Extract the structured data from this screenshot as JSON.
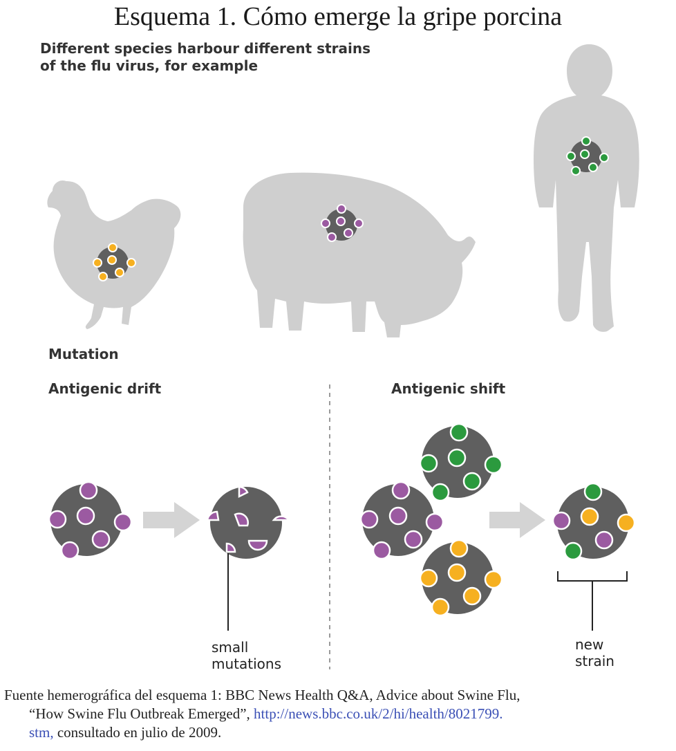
{
  "title": "Esquema 1. Cómo emerge la gripe porcina",
  "lead": {
    "line1": "Different species harbour different strains",
    "line2": "of the flu virus, for example"
  },
  "labels": {
    "mutation": "Mutation",
    "drift": "Antigenic drift",
    "shift": "Antigenic shift",
    "small_line1": "small",
    "small_line2": "mutations",
    "new_line1": "new",
    "new_line2": "strain"
  },
  "caption": {
    "line1": "Fuente hemerográfica del esquema 1: BBC News Health Q&A, Advice about Swine Flu,",
    "line2_text": "“How Swine Flu Outbreak Emerged”, ",
    "link_part1": "http://news.bbc.co.uk/2/hi/health/8021799.",
    "link_part2": "stm,",
    "line3_text": " consultado en julio de 2009."
  },
  "colors": {
    "silhouette": "#cfcfcf",
    "virus": "#5f5f5f",
    "pig_strain": "#9b5aa1",
    "bird_strain": "#f6b020",
    "human_strain": "#2b9a3e",
    "arrow": "#d4d4d4",
    "link": "#3a4fb5"
  },
  "icons": [
    "chicken-silhouette",
    "pig-silhouette",
    "human-silhouette",
    "virus-particle",
    "arrow-right"
  ]
}
